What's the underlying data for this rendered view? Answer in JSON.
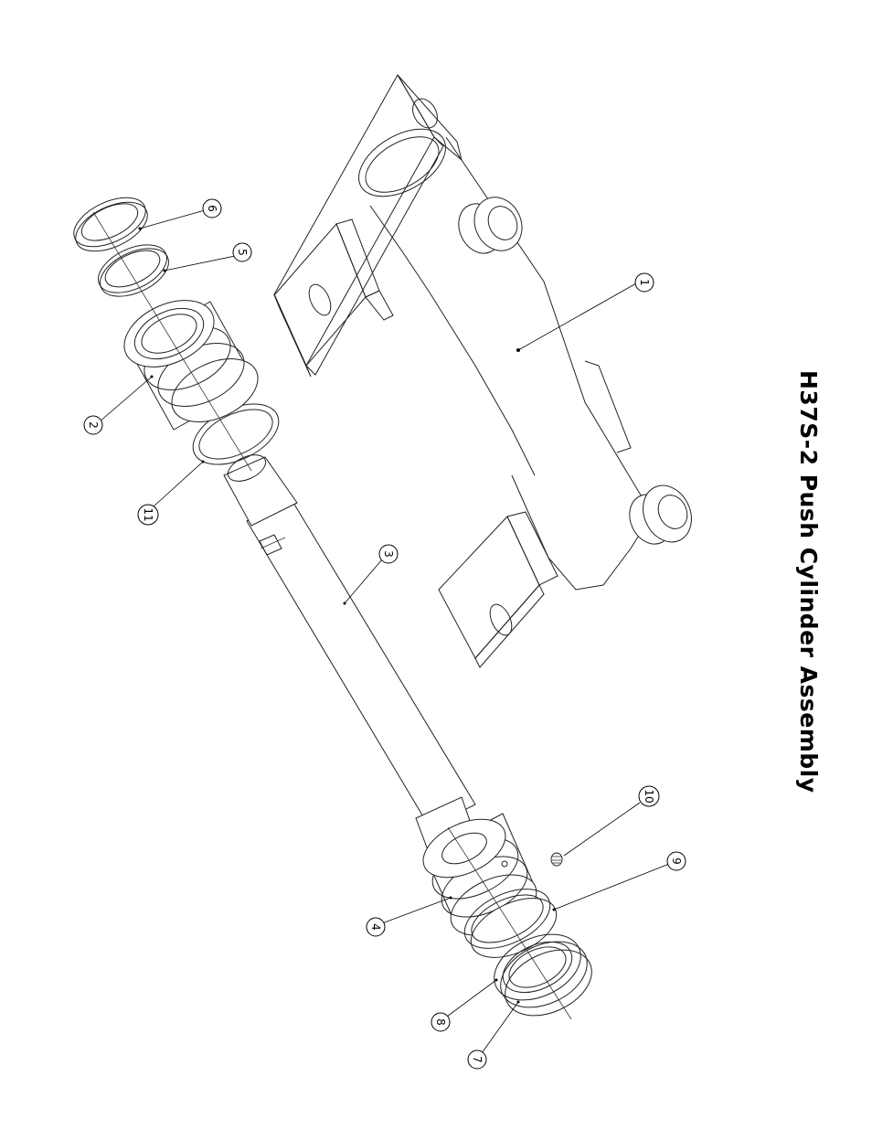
{
  "title": "H37S-2 Push Cylinder Assembly",
  "callouts": [
    {
      "label": "1"
    },
    {
      "label": "2"
    },
    {
      "label": "3"
    },
    {
      "label": "4"
    },
    {
      "label": "5"
    },
    {
      "label": "6"
    },
    {
      "label": "7"
    },
    {
      "label": "8"
    },
    {
      "label": "9"
    },
    {
      "label": "10"
    },
    {
      "label": "11"
    }
  ]
}
